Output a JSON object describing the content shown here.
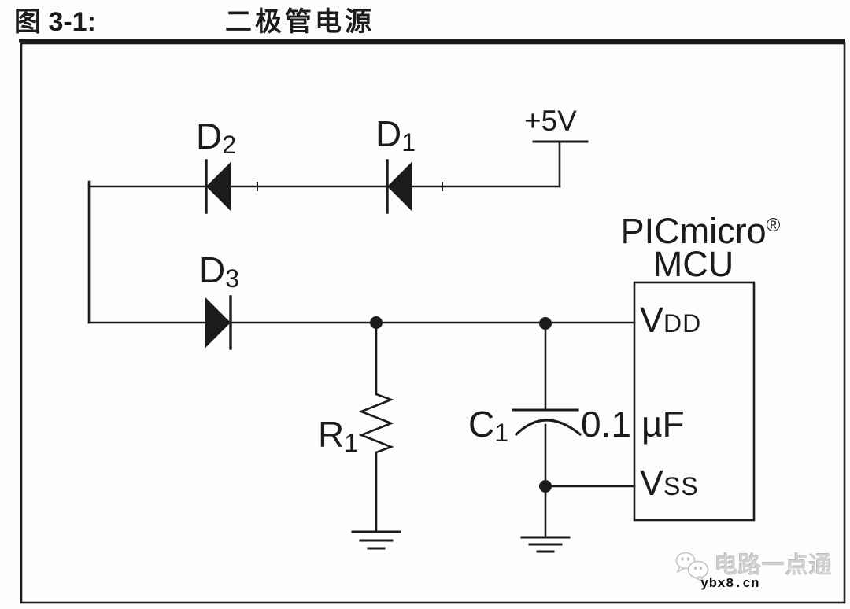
{
  "figure": {
    "label": "图 3-1:",
    "title": "二极管电源"
  },
  "schematic": {
    "supply": "+5V",
    "d1": {
      "ref": "D",
      "sub": "1"
    },
    "d2": {
      "ref": "D",
      "sub": "2"
    },
    "d3": {
      "ref": "D",
      "sub": "3"
    },
    "r1": {
      "ref": "R",
      "sub": "1"
    },
    "c1": {
      "ref": "C",
      "sub": "1",
      "value": "0.1",
      "unit": "µF"
    },
    "mcu": {
      "name": "PICmicro",
      "reg": "®",
      "type": "MCU",
      "vdd": {
        "main": "V",
        "sub": "DD"
      },
      "vss": {
        "main": "V",
        "sub": "SS"
      }
    }
  },
  "watermark": {
    "brand": "电路一点通",
    "site": "ybx8.cn",
    "icon": "wechat-icon"
  },
  "colors": {
    "line": "#1b1b1b",
    "background": "#fdfdfd",
    "watermark": "#d0d0d0"
  }
}
